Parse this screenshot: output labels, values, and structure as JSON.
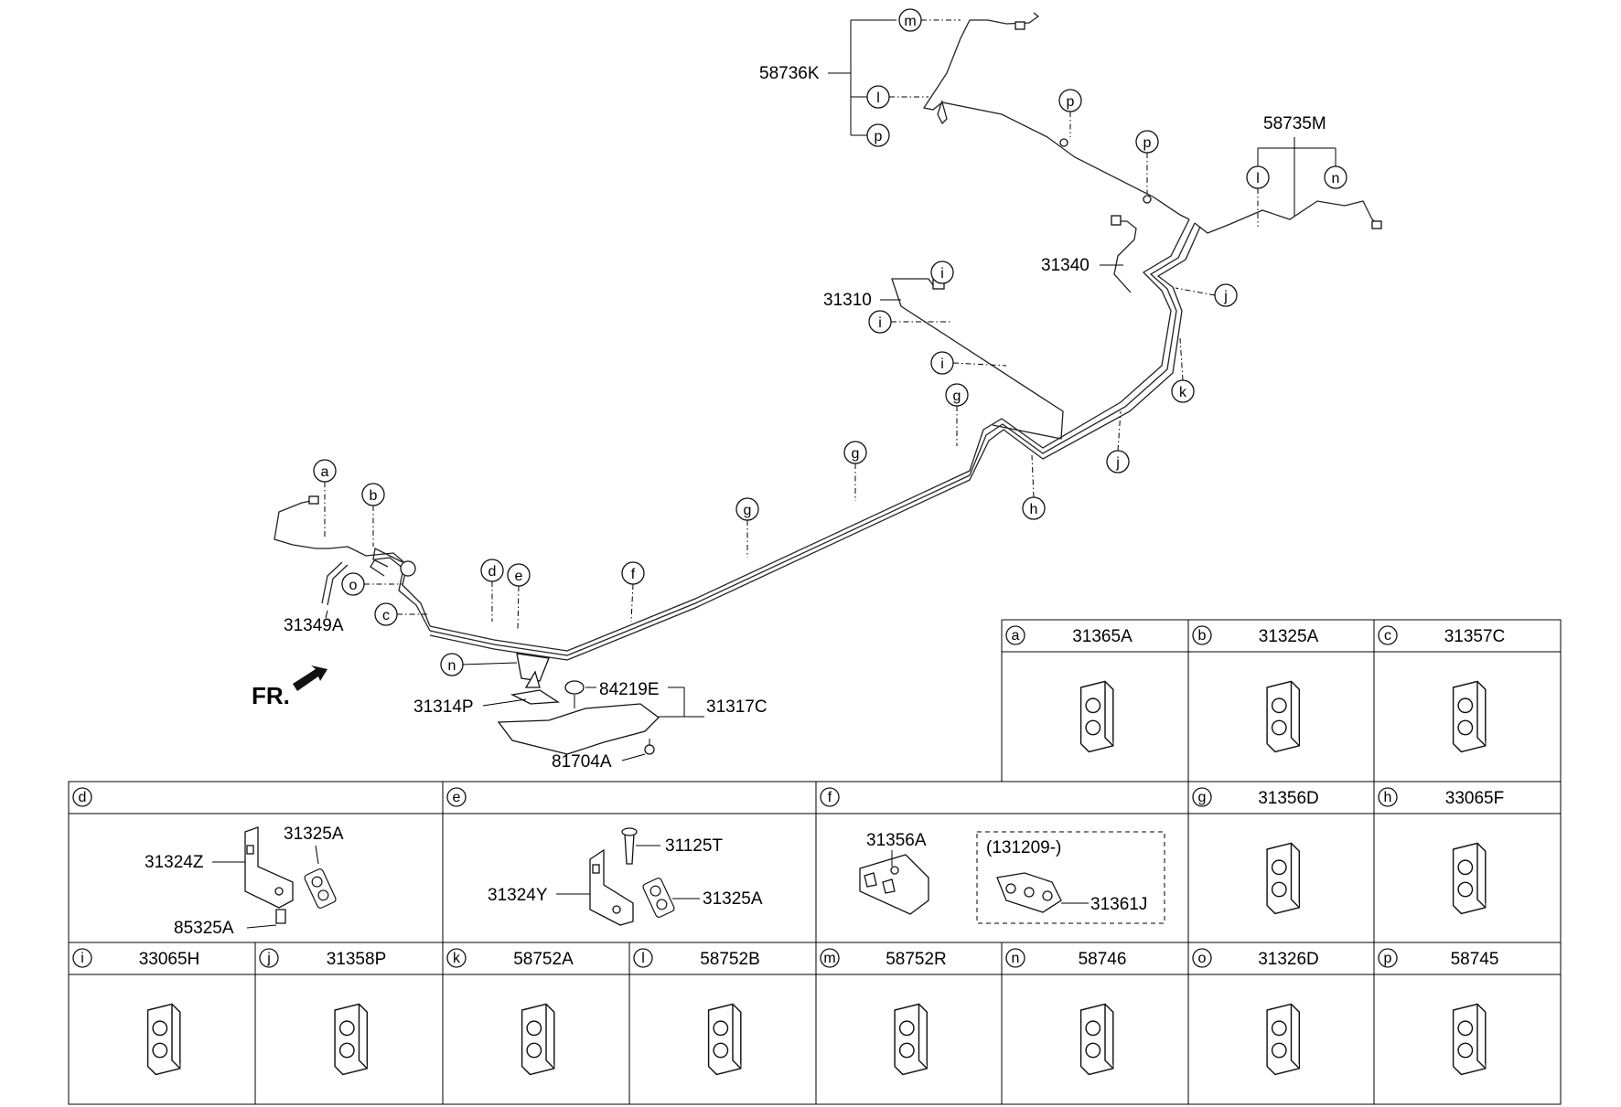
{
  "orientation": {
    "label": "FR."
  },
  "callouts": {
    "assemblies": {
      "brake_hose_rear_group": "58736K",
      "brake_hose_rear_right": "58735M",
      "rear_tube_31340": "31340",
      "tube_31310": "31310",
      "hose_31349A": "31349A",
      "protector_31317C": "31317C",
      "pad_31314P": "31314P",
      "grommet_84219E": "84219E",
      "nut_81704A": "81704A"
    },
    "letters": {
      "a": "a",
      "b": "b",
      "c": "c",
      "d": "d",
      "e": "e",
      "f": "f",
      "g": "g",
      "h": "h",
      "i": "i",
      "j": "j",
      "k": "k",
      "l": "l",
      "m": "m",
      "n": "n",
      "o": "o",
      "p": "p"
    }
  },
  "parts_table": {
    "cells": [
      {
        "letter": "a",
        "part_no": "31365A"
      },
      {
        "letter": "b",
        "part_no": "31325A"
      },
      {
        "letter": "c",
        "part_no": "31357C"
      },
      {
        "letter": "d",
        "part_no": ""
      },
      {
        "letter": "e",
        "part_no": ""
      },
      {
        "letter": "f",
        "part_no": ""
      },
      {
        "letter": "g",
        "part_no": "31356D"
      },
      {
        "letter": "h",
        "part_no": "33065F"
      },
      {
        "letter": "i",
        "part_no": "33065H"
      },
      {
        "letter": "j",
        "part_no": "31358P"
      },
      {
        "letter": "k",
        "part_no": "58752A"
      },
      {
        "letter": "l",
        "part_no": "58752B"
      },
      {
        "letter": "m",
        "part_no": "58752R"
      },
      {
        "letter": "n",
        "part_no": "58746"
      },
      {
        "letter": "o",
        "part_no": "31326D"
      },
      {
        "letter": "p",
        "part_no": "58745"
      }
    ],
    "detail_d": {
      "bracket": "31324Z",
      "clip": "31325A",
      "bolt": "85325A"
    },
    "detail_e": {
      "bracket": "31324Y",
      "bolt": "31125T",
      "clip": "31325A"
    },
    "detail_f": {
      "clip": "31356A",
      "date_note": "(131209-)",
      "alt_clip": "31361J"
    }
  }
}
